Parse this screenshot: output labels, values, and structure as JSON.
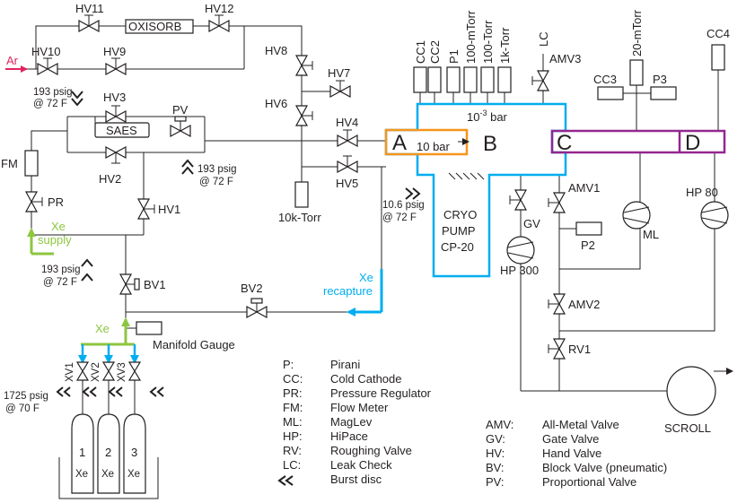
{
  "colors": {
    "line": "#231f20",
    "argon": "#e0245e",
    "xenon_supply": "#8dc63f",
    "xenon_recapture": "#00aeef",
    "chamber_a": "#f7941d",
    "chamber_cd": "#92278f"
  },
  "labels": {
    "hv11": "HV11",
    "hv12": "HV12",
    "oxisorb": "OXISORB",
    "ar": "Ar",
    "hv10": "HV10",
    "hv9": "HV9",
    "hv8": "HV8",
    "hv7": "HV7",
    "hv6": "HV6",
    "hv3": "HV3",
    "pv": "PV",
    "saes": "SAES",
    "hv4": "HV4",
    "hv5": "HV5",
    "hv2": "HV2",
    "hv1": "HV1",
    "fm": "FM",
    "pr": "PR",
    "xe_supply": [
      "Xe",
      "supply"
    ],
    "bv1": "BV1",
    "bv2": "BV2",
    "xe_recapture": [
      "Xe",
      "recapture"
    ],
    "xe_manifold": "Xe",
    "manifold_gauge": "Manifold Gauge",
    "xv1": "XV1",
    "xv2": "XV2",
    "xv3": "XV3",
    "bottle_numbers": [
      "1",
      "2",
      "3"
    ],
    "bottle_gas": "Xe",
    "p193_a": [
      "193 psig",
      "@ 72 F"
    ],
    "p193_b": [
      "193 psig",
      "@ 72 F"
    ],
    "p193_c": [
      "193 psig",
      "@ 72 F"
    ],
    "p10_6": [
      "10.6 psig",
      "@ 72 F"
    ],
    "p1725": [
      "1725 psig",
      "@ 70 F"
    ],
    "tenk_torr": "10k-Torr",
    "gauges_top": [
      "CC1",
      "CC2",
      "P1",
      "100-mTorr",
      "100-Torr",
      "1k-Torr"
    ],
    "lc": "LC",
    "amv3": "AMV3",
    "bar_top_base": "10",
    "bar_top_exp": "-3",
    "bar_top_unit": " bar",
    "chamber_a": "A",
    "chamber_b": "B",
    "chamber_c": "C",
    "chamber_d": "D",
    "ten_bar": "10 bar",
    "cryo": [
      "CRYO",
      "PUMP",
      "CP-20"
    ],
    "gv": "GV",
    "amv1": "AMV1",
    "p2": "P2",
    "hp300": "HP 300",
    "ml": "ML",
    "hp80": "HP 80",
    "amv2": "AMV2",
    "rv1": "RV1",
    "scroll": "SCROLL",
    "twentym_torr": "20-mTorr",
    "cc3": "CC3",
    "p3": "P3",
    "cc4": "CC4"
  },
  "legend_left": [
    {
      "key": "P:",
      "value": "Pirani"
    },
    {
      "key": "CC:",
      "value": "Cold Cathode"
    },
    {
      "key": "PR:",
      "value": "Pressure Regulator"
    },
    {
      "key": "FM:",
      "value": "Flow Meter"
    },
    {
      "key": "ML:",
      "value": "MagLev"
    },
    {
      "key": "HP:",
      "value": "HiPace"
    },
    {
      "key": "RV:",
      "value": "Roughing Valve"
    },
    {
      "key": "LC:",
      "value": "Leak Check"
    },
    {
      "key": "",
      "value": "Burst disc"
    }
  ],
  "legend_right": [
    {
      "key": "AMV:",
      "value": "All-Metal Valve"
    },
    {
      "key": "GV:",
      "value": "Gate Valve"
    },
    {
      "key": "HV:",
      "value": "Hand Valve"
    },
    {
      "key": "BV:",
      "value": "Block Valve (pneumatic)"
    },
    {
      "key": "PV:",
      "value": "Proportional Valve"
    }
  ]
}
